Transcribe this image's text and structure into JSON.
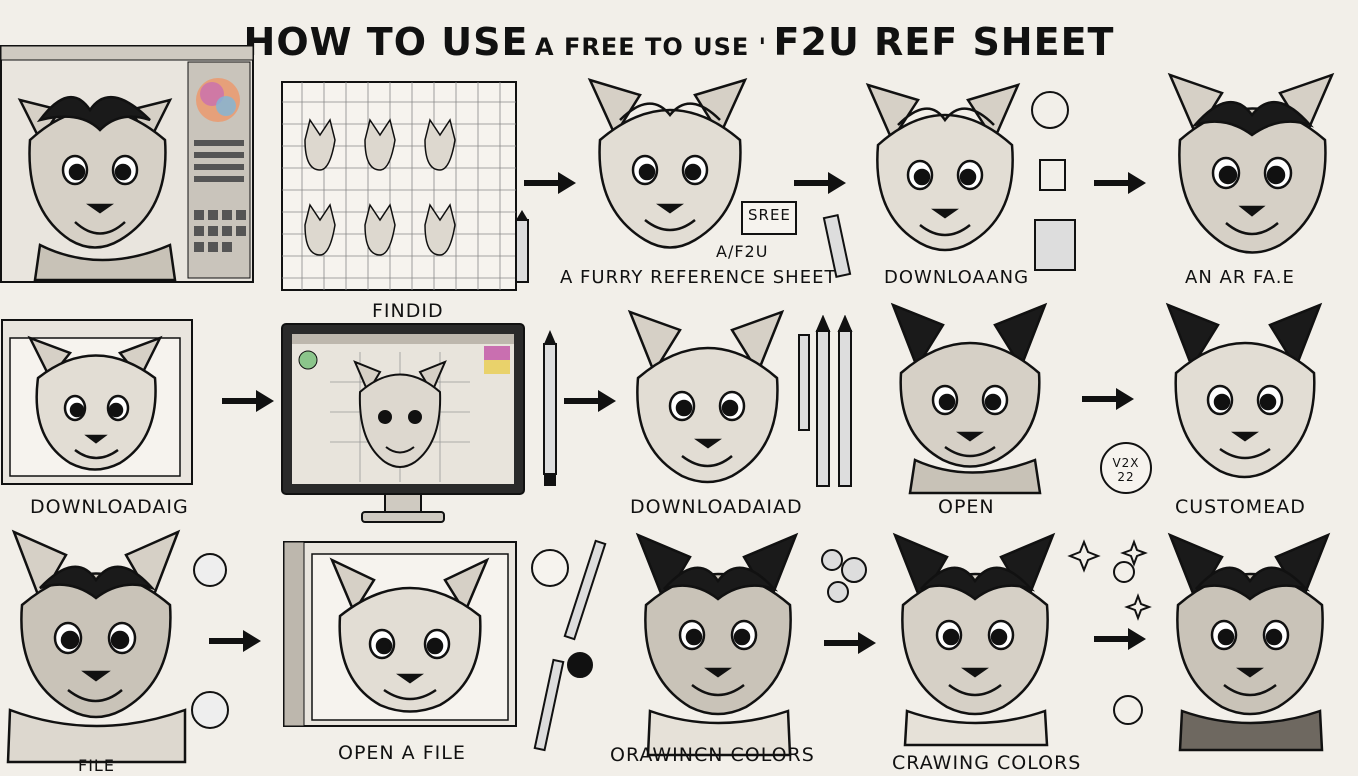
{
  "title": {
    "part1": "HOW TO USE",
    "part2": "A FREE TO USE '",
    "part3": "F2U REF SHEET"
  },
  "captions": {
    "r1_findid": "FINDID",
    "r1_furry": "A FURRY REFERENCE SHEET",
    "r1_a_f2u": "A/F2U",
    "r1_sign": "SREE",
    "r1_download": "DOWNLOAANG",
    "r1_anar": "AN AR FA.E",
    "r2_download": "DOWNLOADAIG",
    "r2_download2": "DOWNLOADAIAD",
    "r2_open": "OPEN",
    "r2_custom": "CUSTOMEAD",
    "r2_badge": "V2X 22",
    "r3_file": "FILE",
    "r3_openfile": "OPEN  A FILE",
    "r3_drawing": "ORAWINCN COLORS",
    "r3_crawing": "CRAWING COLORS"
  },
  "colors": {
    "background": "#f2efe9",
    "ink": "#111111",
    "fur": "#d6d0c6",
    "dark_fur": "#1a1a1a",
    "screen": "#e8e4dc",
    "palette": [
      "#e6a07a",
      "#c96fb0",
      "#7fb6d9",
      "#e9d26b"
    ]
  }
}
